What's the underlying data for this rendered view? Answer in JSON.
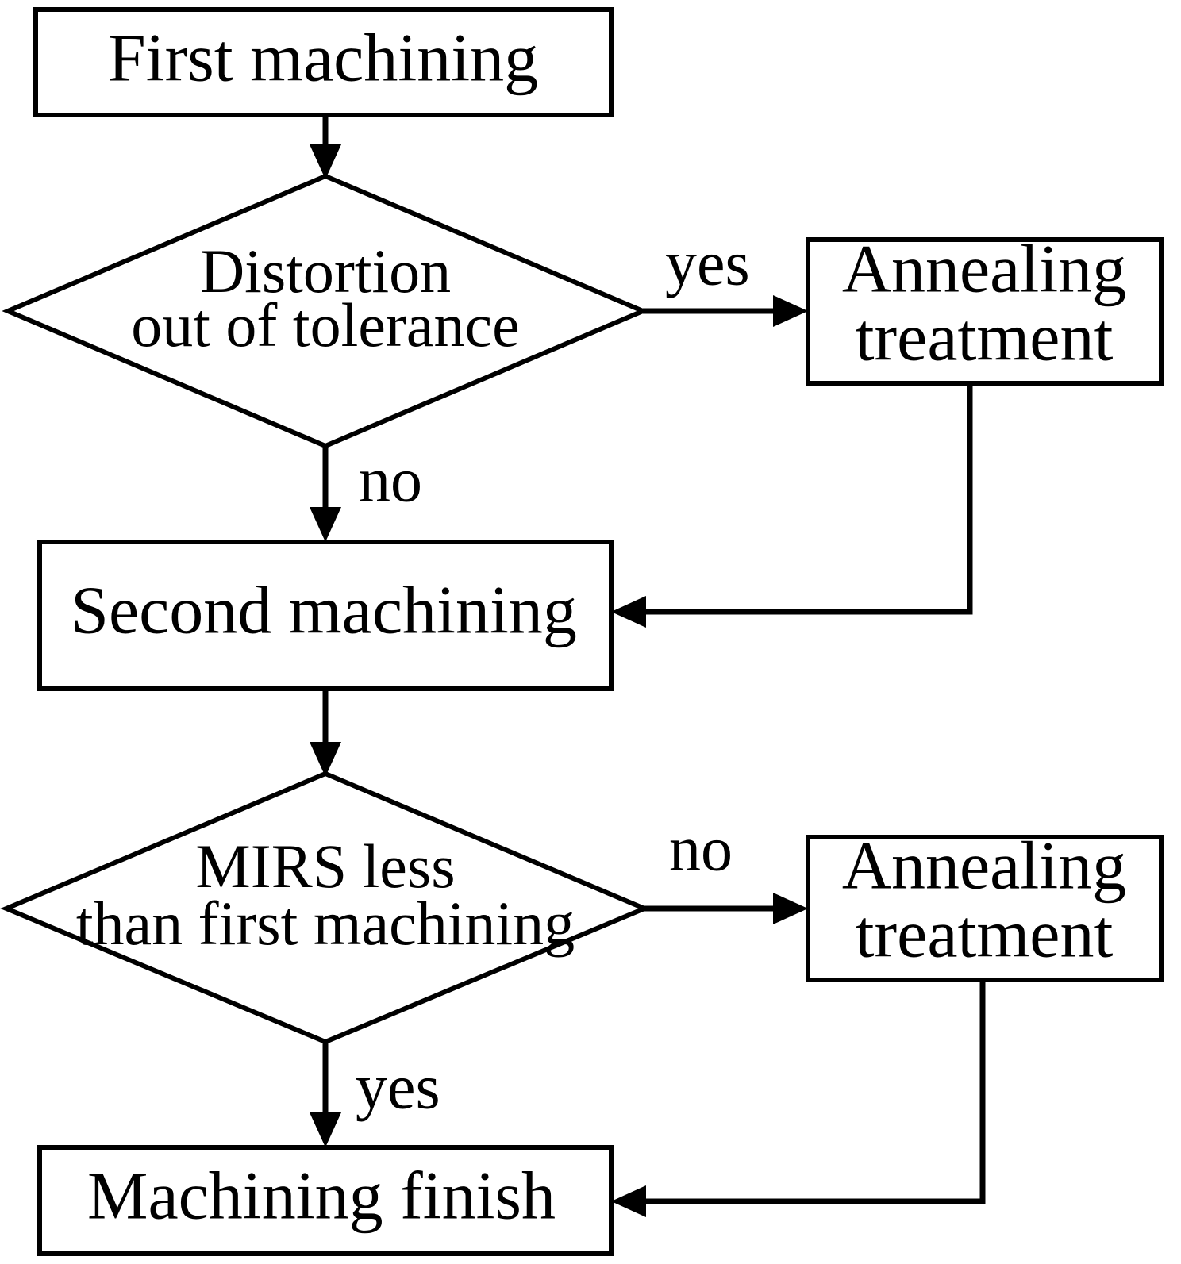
{
  "diagram": {
    "type": "flowchart",
    "title": "Machining and annealing decision flowchart",
    "background_color": "#ffffff",
    "line_color": "#000000",
    "text_color": "#000000"
  },
  "nodes": {
    "first_machining": {
      "label": "First machining",
      "shape": "process"
    },
    "distortion_check": {
      "label_line1": "Distortion",
      "label_line2": "out of tolerance",
      "shape": "decision"
    },
    "annealing_1": {
      "label_line1": "Annealing",
      "label_line2": "treatment",
      "shape": "process"
    },
    "second_machining": {
      "label": "Second machining",
      "shape": "process"
    },
    "mirs_check": {
      "label_line1": "MIRS less",
      "label_line2": "than first machining",
      "shape": "decision"
    },
    "annealing_2": {
      "label_line1": "Annealing",
      "label_line2": "treatment",
      "shape": "process"
    },
    "machining_finish": {
      "label": "Machining finish",
      "shape": "terminator"
    }
  },
  "edge_labels": {
    "distortion_yes": "yes",
    "distortion_no": "no",
    "mirs_no": "no",
    "mirs_yes": "yes"
  },
  "edges": [
    {
      "from": "first_machining",
      "to": "distortion_check",
      "label": ""
    },
    {
      "from": "distortion_check",
      "to": "annealing_1",
      "label": "yes"
    },
    {
      "from": "distortion_check",
      "to": "second_machining",
      "label": "no"
    },
    {
      "from": "annealing_1",
      "to": "second_machining",
      "label": ""
    },
    {
      "from": "second_machining",
      "to": "mirs_check",
      "label": ""
    },
    {
      "from": "mirs_check",
      "to": "annealing_2",
      "label": "no"
    },
    {
      "from": "mirs_check",
      "to": "machining_finish",
      "label": "yes"
    },
    {
      "from": "annealing_2",
      "to": "machining_finish",
      "label": ""
    }
  ]
}
